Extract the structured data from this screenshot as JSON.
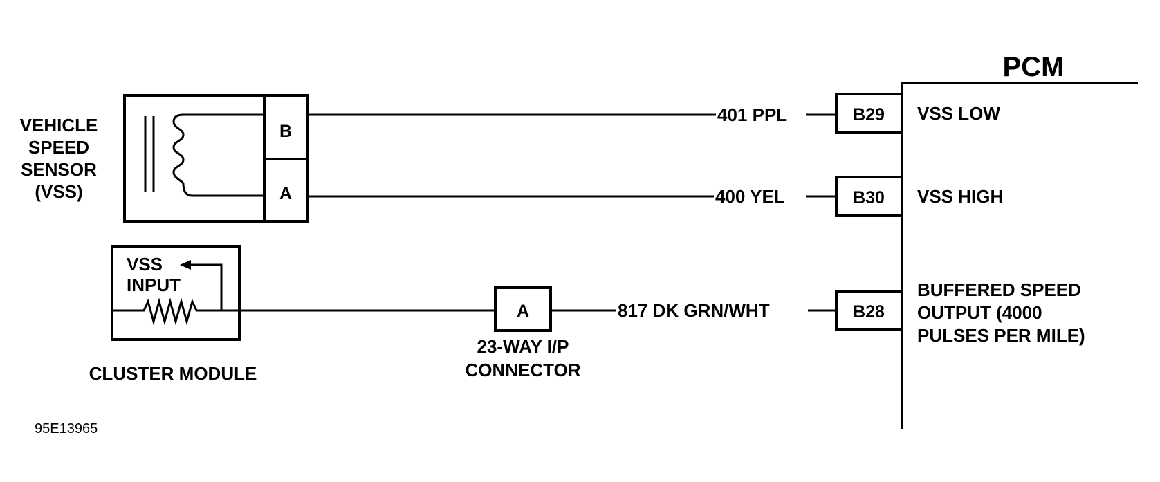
{
  "pcm": {
    "title": "PCM",
    "pins": [
      {
        "pin": "B29",
        "function": "VSS LOW"
      },
      {
        "pin": "B30",
        "function": "VSS HIGH"
      },
      {
        "pin": "B28",
        "function_lines": [
          "BUFFERED SPEED",
          "OUTPUT (4000",
          "PULSES PER MILE)"
        ]
      }
    ]
  },
  "vss": {
    "label_lines": [
      "VEHICLE",
      "SPEED",
      "SENSOR",
      "(VSS)"
    ],
    "terminals": [
      "B",
      "A"
    ]
  },
  "wires": [
    {
      "circuit": "401 PPL"
    },
    {
      "circuit": "400 YEL"
    },
    {
      "circuit": "817 DK GRN/WHT"
    }
  ],
  "cluster": {
    "label": "CLUSTER MODULE",
    "input_lines": [
      "VSS",
      "INPUT"
    ]
  },
  "connector": {
    "pin": "A",
    "label_lines": [
      "23-WAY I/P",
      "CONNECTOR"
    ]
  },
  "figure_id": "95E13965"
}
